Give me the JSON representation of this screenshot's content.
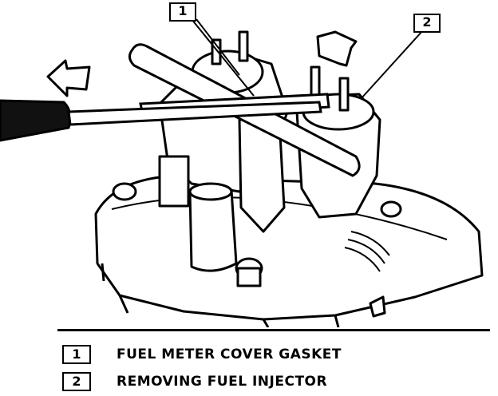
{
  "callouts": [
    {
      "number": "1"
    },
    {
      "number": "2"
    }
  ],
  "legend": [
    {
      "number": "1",
      "text": "FUEL METER COVER GASKET"
    },
    {
      "number": "2",
      "text": "REMOVING FUEL INJECTOR"
    }
  ],
  "colors": {
    "ink": "#000000",
    "paper": "#ffffff"
  }
}
